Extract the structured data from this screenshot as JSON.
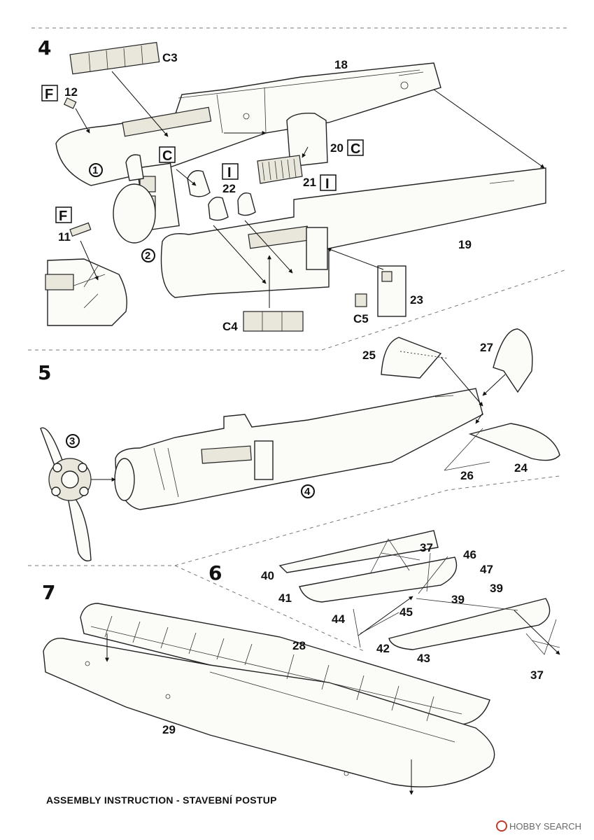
{
  "steps": {
    "s4": "4",
    "s5": "5",
    "s6": "6",
    "s7": "7"
  },
  "parts": {
    "p18": "18",
    "p19": "19",
    "p12": "12",
    "p11": "11",
    "p20": "20",
    "p21": "21",
    "p22": "22",
    "p23": "23",
    "pC3": "C3",
    "pC4": "C4",
    "pC5": "C5",
    "p25": "25",
    "p27": "27",
    "p26": "26",
    "p24": "24",
    "p37a": "37",
    "p46": "46",
    "p47": "47",
    "p40": "40",
    "p41": "41",
    "p39a": "39",
    "p39b": "39",
    "p44": "44",
    "p45": "45",
    "p42": "42",
    "p43": "43",
    "p37b": "37",
    "p28": "28",
    "p29": "29"
  },
  "boxes": {
    "F1": "F",
    "F2": "F",
    "C1": "C",
    "C2": "C",
    "I1": "I",
    "I2": "I"
  },
  "circled": {
    "c1": "1",
    "c2": "2",
    "c3": "3",
    "c4": "4"
  },
  "footer": "ASSEMBLY INSTRUCTION - STAVEBNÍ POSTUP",
  "watermark": "HOBBY SEARCH",
  "colors": {
    "ink": "#111111",
    "paper": "#ffffff",
    "fill": "#fbfbf7"
  }
}
